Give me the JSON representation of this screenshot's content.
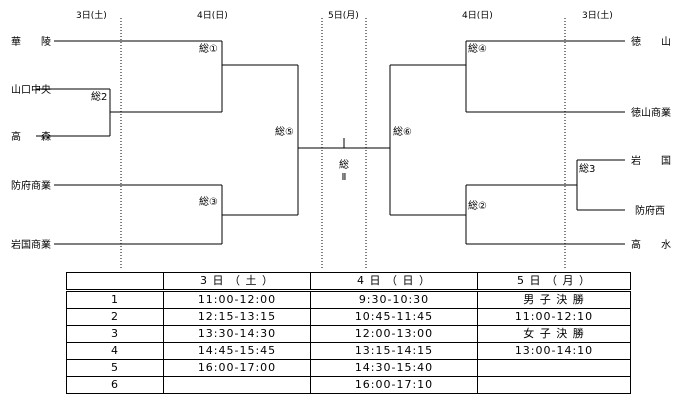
{
  "day_headers": {
    "left_sat": "3日(土)",
    "left_sun": "4日(日)",
    "mon": "5日(月)",
    "right_sun": "4日(日)",
    "right_sat": "3日(土)"
  },
  "left_teams": [
    "華　　陵",
    "山口中央",
    "高　　森",
    "防府商業",
    "岩国商業"
  ],
  "right_teams": [
    "徳　　山",
    "徳山商業",
    "岩　　国",
    "防府西",
    "高　　水"
  ],
  "match_labels": {
    "m2": "総2",
    "m1": "総①",
    "m3": "総③",
    "m5": "総⑤",
    "final": "総\nⅡ",
    "m6": "総⑥",
    "m4": "総④",
    "m2r": "総②",
    "m3r": "総3"
  },
  "schedule": {
    "headers": [
      "",
      "3 日 （ 土 ）",
      "4 日 （ 日 ）",
      "5 日 （ 月 ）"
    ],
    "rows": [
      [
        "1",
        "11:00-12:00",
        "9:30-10:30",
        "男 子 決 勝"
      ],
      [
        "2",
        "12:15-13:15",
        "10:45-11:45",
        "11:00-12:10"
      ],
      [
        "3",
        "13:30-14:30",
        "12:00-13:00",
        "女 子 決 勝"
      ],
      [
        "4",
        "14:45-15:45",
        "13:15-14:15",
        "13:00-14:10"
      ],
      [
        "5",
        "16:00-17:00",
        "14:30-15:40",
        ""
      ],
      [
        "6",
        "",
        "16:00-17:10",
        ""
      ]
    ]
  }
}
